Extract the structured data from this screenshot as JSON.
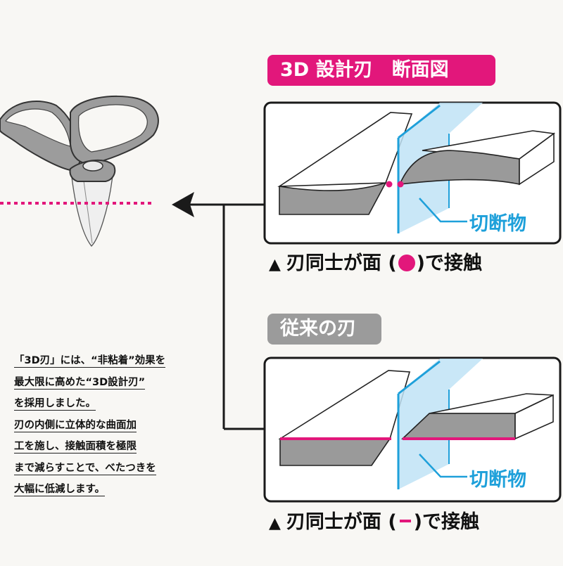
{
  "panel_3d": {
    "title": "3D 設計刃　断面図",
    "cut_label": "切断物",
    "caption_pre": "刃同士が面 (",
    "caption_post": ")で接触",
    "color": "#e2177b"
  },
  "panel_conventional": {
    "title": "従来の刃",
    "cut_label": "切断物",
    "caption_pre": "刃同士が面 (",
    "caption_post": ")で接触",
    "color": "#9b9b9b"
  },
  "description": [
    "「3D刃」には、“非粘着”効果を",
    "最大限に高めた“3D設計刃”",
    "を採用しました。",
    "刃の内側に立体的な曲面加",
    "工を施し、接触面積を極限",
    "まで減らすことで、べたつきを",
    "大幅に低減します。"
  ],
  "colors": {
    "accent": "#e2177b",
    "cut_object": "#1ea0da",
    "blade_fill": "#9a9a9a",
    "outline": "#1a1a1a"
  },
  "icons": {
    "scissors": "scissors-icon",
    "arrow": "arrow-left-icon",
    "marker": "triangle-up-icon"
  }
}
